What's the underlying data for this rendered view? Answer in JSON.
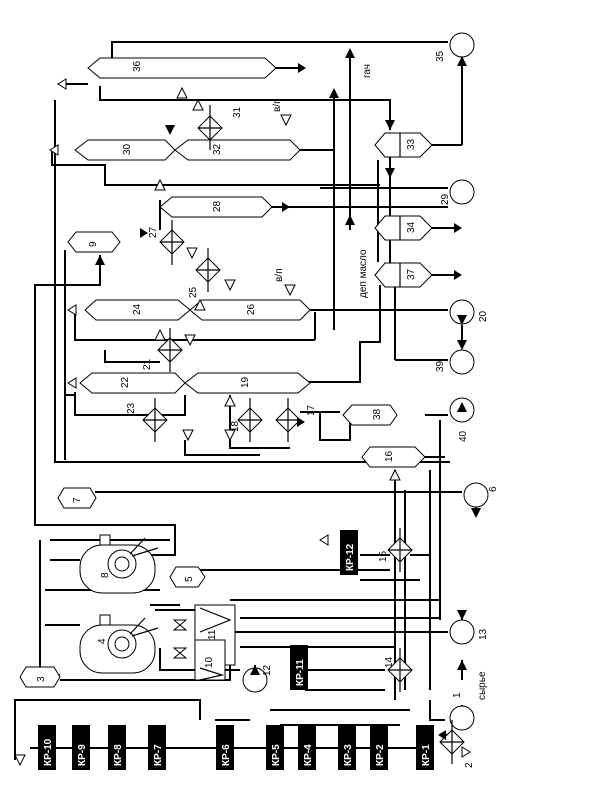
{
  "diagram": {
    "labels": {
      "n1": "1",
      "n2": "2",
      "n3": "3",
      "n4": "4",
      "n5": "5",
      "n6": "6",
      "n7": "7",
      "n8": "8",
      "n9": "9",
      "n10": "10",
      "n11": "11",
      "n12": "12",
      "n13": "13",
      "n14": "14",
      "n15": "15",
      "n16": "16",
      "n17": "17",
      "n18": "18",
      "n19": "19",
      "n20": "20",
      "n21": "21",
      "n22": "22",
      "n23": "23",
      "n24": "24",
      "n25": "25",
      "n26": "26",
      "n27": "27",
      "n28": "28",
      "n29": "29",
      "n30": "30",
      "n31": "31",
      "n32": "32",
      "n33": "33",
      "n34": "34",
      "n35": "35",
      "n36": "36",
      "n37": "37",
      "n38": "38",
      "n39": "39",
      "n40": "40"
    },
    "streams": {
      "feed": "сырье",
      "gach": "гач",
      "dep_oil": "деп масло",
      "vp1": "в/п",
      "vp2": "в/п"
    },
    "crystallizers": [
      "КР-1",
      "КР-2",
      "КР-3",
      "КР-4",
      "КР-5",
      "КР-6",
      "КР-7",
      "КР-8",
      "КР-9",
      "КР-10",
      "КР-11",
      "КР-12"
    ]
  }
}
